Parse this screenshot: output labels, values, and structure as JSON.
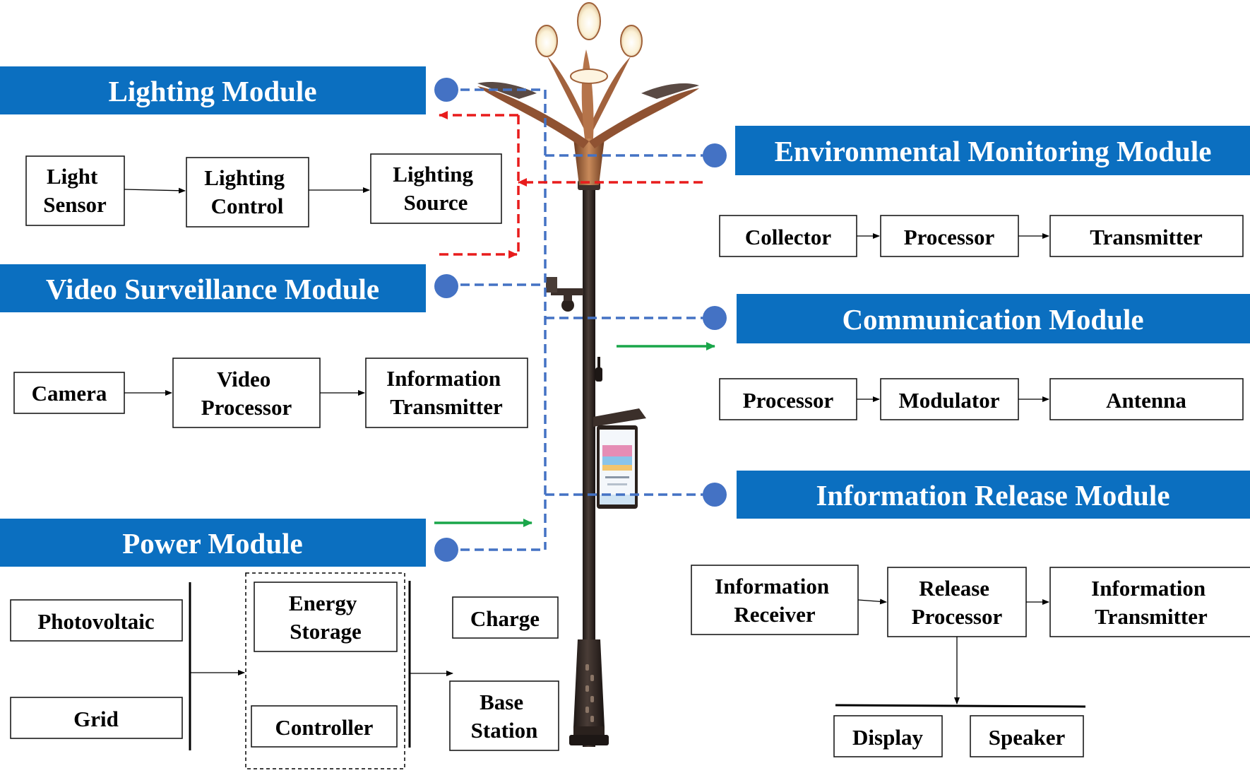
{
  "colors": {
    "banner": "#0b6fc0",
    "dot": "#4472c4",
    "blue_dash": "#4472c4",
    "red_dash": "#e81c1c",
    "green_arrow": "#1aa64a",
    "pole": "#2c2522",
    "lamp_bronze": "#a0623a"
  },
  "modules": {
    "lighting": {
      "title": "Lighting Module",
      "components": [
        [
          "Light",
          "Sensor"
        ],
        [
          "Lighting",
          "Control"
        ],
        [
          "Lighting",
          "Source"
        ]
      ]
    },
    "video": {
      "title": "Video Surveillance Module",
      "components": [
        [
          "Camera"
        ],
        [
          "Video",
          "Processor"
        ],
        [
          "Information",
          "Transmitter"
        ]
      ]
    },
    "power": {
      "title": "Power Module",
      "sources": [
        "Photovoltaic",
        "Grid"
      ],
      "storage": [
        [
          "Energy",
          "Storage"
        ],
        [
          "Controller"
        ]
      ],
      "outputs": [
        [
          "Charge"
        ],
        [
          "Base",
          "Station"
        ]
      ]
    },
    "environmental": {
      "title": "Environmental Monitoring Module",
      "components": [
        [
          "Collector"
        ],
        [
          "Processor"
        ],
        [
          "Transmitter"
        ]
      ]
    },
    "communication": {
      "title": "Communication Module",
      "components": [
        [
          "Processor"
        ],
        [
          "Modulator"
        ],
        [
          "Antenna"
        ]
      ]
    },
    "release": {
      "title": "Information Release Module",
      "components": [
        [
          "Information",
          "Receiver"
        ],
        [
          "Release",
          "Processor"
        ],
        [
          "Information",
          "Transmitter"
        ]
      ],
      "outputs": [
        [
          "Display"
        ],
        [
          "Speaker"
        ]
      ]
    }
  },
  "icons": {
    "pole": "street-lamp-pole-icon",
    "camera": "camera-icon",
    "antenna": "antenna-icon",
    "screen": "display-screen-icon"
  }
}
